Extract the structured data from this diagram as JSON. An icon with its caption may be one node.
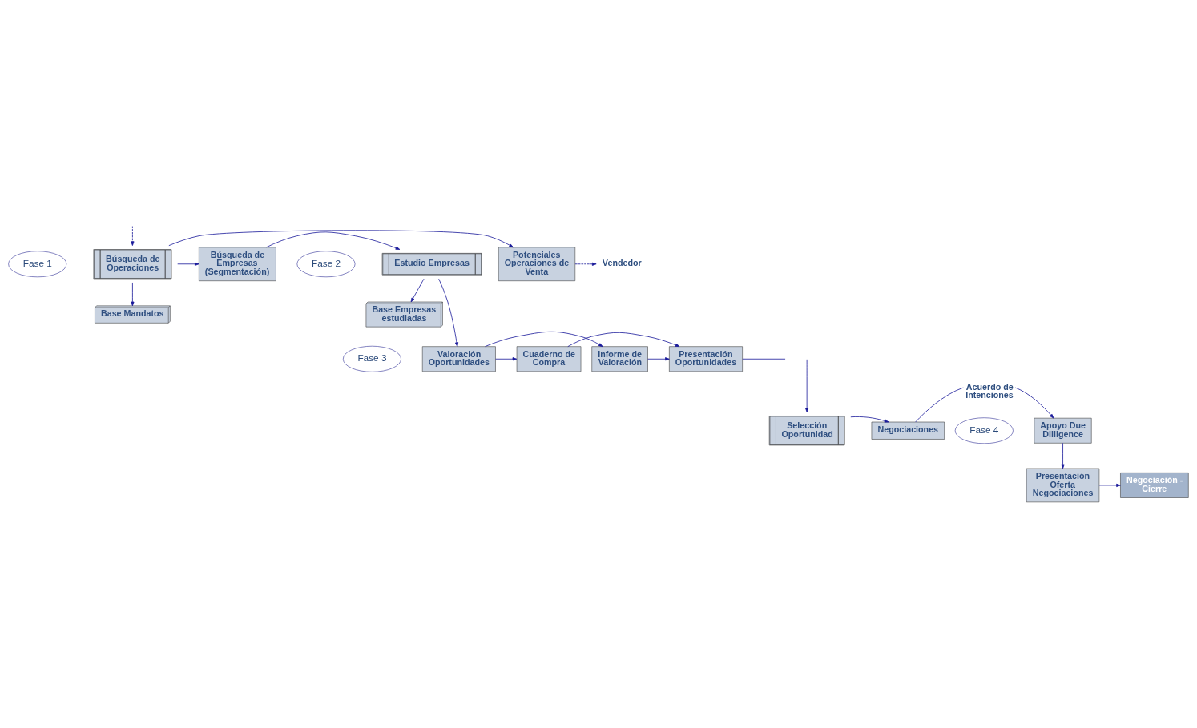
{
  "diagram": {
    "nodes": [
      {
        "text": [
          "Fase 1"
        ]
      },
      {
        "text": [
          "Fase 2"
        ]
      },
      {
        "text": [
          "Potenciales Operaciones de Venta"
        ]
      },
      {
        "text": [
          "Vendedor"
        ]
      },
      {
        "text": [
          "Búsqueda de Operaciones"
        ]
      },
      {
        "text": [
          "Búsqueda de Empresas (Segmentación)"
        ]
      },
      {
        "text": [
          "Estudio Empresas"
        ]
      },
      {
        "text": [
          "Base Empresas estudiadas"
        ]
      },
      {
        "text": [
          "Base Mandatos"
        ]
      },
      {
        "text": [
          "Informe de Valoración"
        ]
      },
      {
        "text": [
          "Fase 3"
        ]
      },
      {
        "text": [
          "Valoración Oportunidades"
        ]
      },
      {
        "text": [
          "Presentación Oportunidades"
        ]
      },
      {
        "text": [
          "Cuaderno de Compra"
        ]
      },
      {
        "text": [
          "Fase 4"
        ]
      },
      {
        "text": [
          "Apoyo Due Dilligence"
        ]
      },
      {
        "text": [
          "Negociaciones"
        ]
      },
      {
        "text": [
          "Selección Oportunidad"
        ]
      },
      {
        "text": [
          "Presentación Oferta Negociaciones"
        ]
      },
      {
        "text": [
          "Negociación - Cierre"
        ]
      }
    ],
    "edges": [
      {
        "from": null,
        "to": 4,
        "arrow": "to",
        "style": "dashed"
      },
      {
        "from": 4,
        "to": 2,
        "arrow": "to"
      },
      {
        "from": 2,
        "to": 3,
        "arrow": "to",
        "style": "dashed"
      },
      {
        "from": 4,
        "to": 5,
        "arrow": "to"
      },
      {
        "from": 4,
        "to": 8,
        "arrow": "to"
      },
      {
        "from": 5,
        "to": 6,
        "arrow": "to"
      },
      {
        "from": 6,
        "to": 7,
        "arrow": "to"
      },
      {
        "from": 6,
        "to": 11,
        "arrow": "to"
      },
      {
        "from": 11,
        "to": 9,
        "arrow": "to"
      },
      {
        "from": 11,
        "to": 13,
        "arrow": "to"
      },
      {
        "from": 9,
        "to": 12,
        "arrow": "to"
      },
      {
        "from": 13,
        "to": 12,
        "arrow": "to"
      },
      {
        "from": 12,
        "to": null,
        "arrow": "none"
      },
      {
        "from": null,
        "to": 17,
        "arrow": "to"
      },
      {
        "from": 17,
        "to": 16,
        "arrow": "to"
      },
      {
        "from": 16,
        "to": 15,
        "arrow": "to",
        "label": "Acuerdo de Intenciones"
      },
      {
        "from": 15,
        "to": 18,
        "arrow": "to"
      },
      {
        "from": 18,
        "to": 19,
        "arrow": "to"
      }
    ]
  }
}
